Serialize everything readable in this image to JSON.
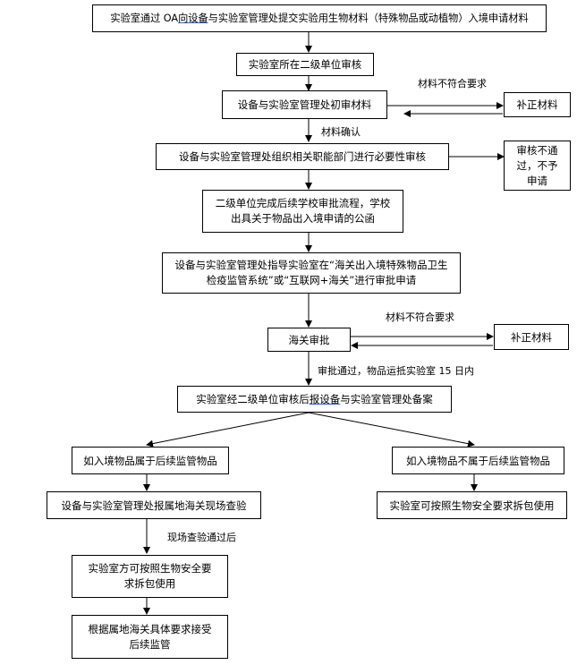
{
  "nodes": {
    "n1": [
      "实验室通过 OA ",
      "向设备",
      "与实验室管理处提交实验用生物材料（特殊物品或动植物）入境申请材料"
    ],
    "n2": "实验室所在二级单位审核",
    "n3": "设备与实验室管理处初审材料",
    "n3r": "补正材料",
    "n4": "设备与实验室管理处组织相关职能部门进行必要性审核",
    "n4r": "审核不通过，不予申请",
    "n5": "二级单位完成后续学校审批流程，学校出具关于物品出入境申请的公函",
    "n6": "设备与实验室管理处指导实验室在“海关出入境特殊物品卫生检疫监管系统”或“互联网+海关”进行审批申请",
    "n7": "海关审批",
    "n7r": "补正材料",
    "n8": [
      "实验室经二级单位审核后",
      "报设备",
      "与实验室管理处备案"
    ],
    "n9l": "如入境物品属于后续监管物品",
    "n9r": "如入境物品不属于后续监管物品",
    "n10l": "设备与实验室管理处报属地海关现场查验",
    "n10r": "实验室可按照生物安全要求拆包使用",
    "n11": "实验室方可按照生物安全要求拆包使用",
    "n12": "根据属地海关具体要求接受后续监管"
  },
  "labels": {
    "reject1": "材料不符合要求",
    "confirm": "材料确认",
    "reject2": "材料不符合要求",
    "approved": "审批通过，物品运抵实验室 15 日内",
    "inspected": "现场查验通过后"
  }
}
